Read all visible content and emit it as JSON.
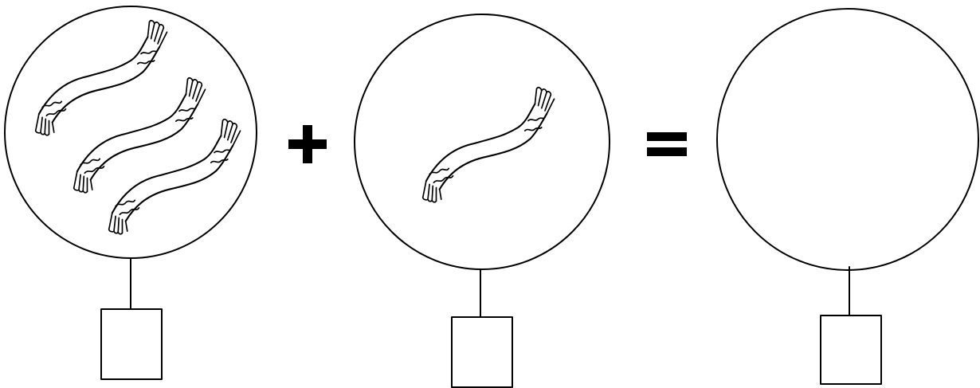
{
  "equation": {
    "operator_plus": "+",
    "operator_equals": "=",
    "groups": [
      {
        "label": "first-addend",
        "scarf_count": 3,
        "answer_box": ""
      },
      {
        "label": "second-addend",
        "scarf_count": 1,
        "answer_box": ""
      },
      {
        "label": "sum",
        "scarf_count": 0,
        "answer_box": ""
      }
    ]
  },
  "colors": {
    "ink": "#000000",
    "background": "#ffffff"
  },
  "icons": {
    "item": "scarf-icon"
  }
}
